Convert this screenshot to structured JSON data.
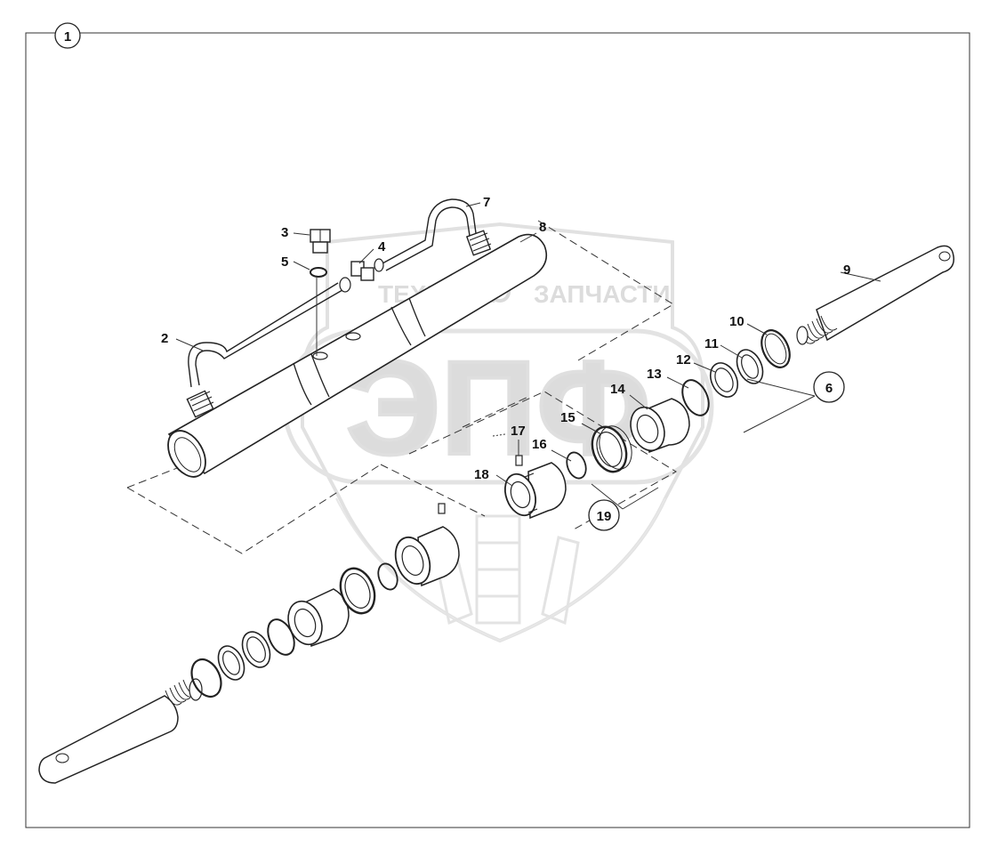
{
  "diagram": {
    "assembly_number": "1",
    "watermark": {
      "text_left": "ТЕХНИКА",
      "text_right": "ЗАПЧАСТИ",
      "logo_letters": "ЭПФ"
    },
    "part_labels": [
      {
        "number": "2"
      },
      {
        "number": "3"
      },
      {
        "number": "4"
      },
      {
        "number": "5"
      },
      {
        "number": "7"
      },
      {
        "number": "8"
      },
      {
        "number": "9"
      },
      {
        "number": "10"
      },
      {
        "number": "11"
      },
      {
        "number": "12"
      },
      {
        "number": "13"
      },
      {
        "number": "14"
      },
      {
        "number": "15"
      },
      {
        "number": "16"
      },
      {
        "number": "17"
      },
      {
        "number": "18"
      }
    ],
    "group_labels": [
      {
        "number": "6"
      },
      {
        "number": "19"
      }
    ]
  }
}
